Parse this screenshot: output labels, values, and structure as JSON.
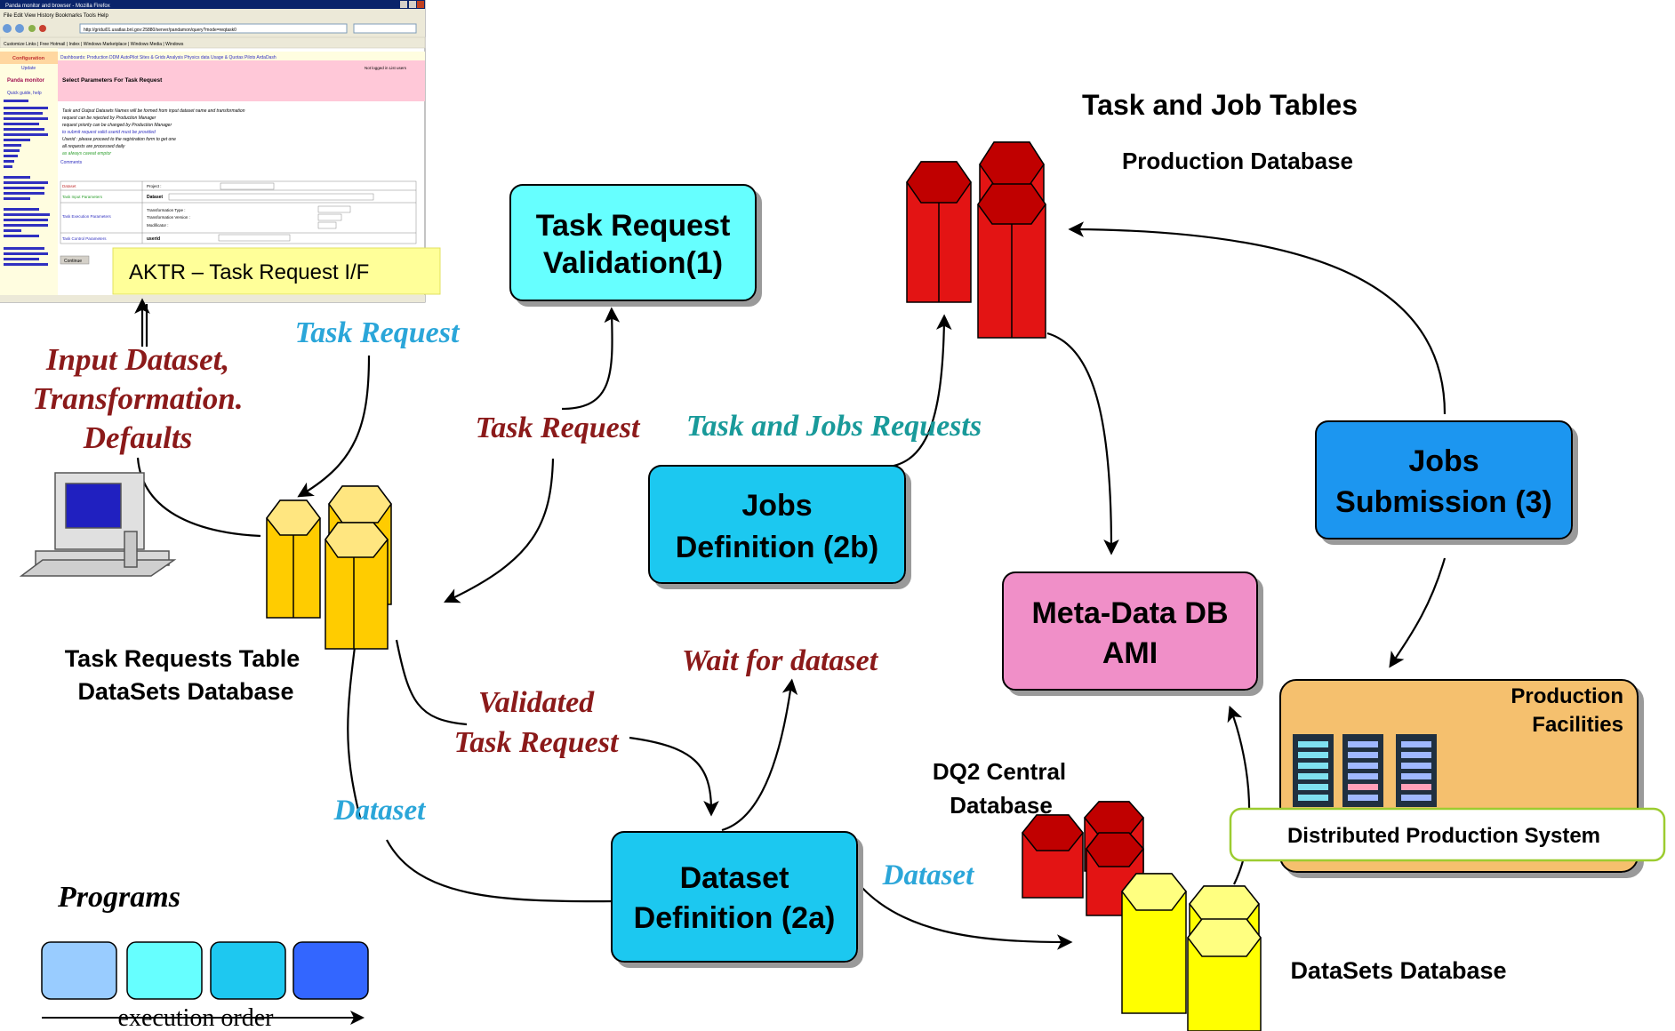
{
  "colors": {
    "request_box": "#66ffff",
    "program_box": "#1ec8f0",
    "metadata_box": "#f08fc8",
    "facility_bg": "#f5c06e",
    "yellow_db": "#ffcc00",
    "yellow_db_bright": "#ffff00",
    "red_db": "#e31414",
    "dark_red_text": "#8b1a1a",
    "blue_text": "#2ba6d9",
    "teal_text": "#199a9a",
    "legend": [
      "#99ccff",
      "#66ffff",
      "#1ec8f0",
      "#3366ff"
    ]
  },
  "screenshot": {
    "window_title": "Panda monitor and browser - Mozilla Firefox",
    "menu": "File  Edit  View  History  Bookmarks  Tools  Help",
    "address": "http://gridui01.usatlas.bnl.gov:25880/server/pandamon/query?mode=reqtask0",
    "bookmarks": "Customize Links  |  Free Hotmail  |  Index  |  Windows Marketplace  |  Windows Media  |  Windows",
    "nav_config": "Configuration",
    "nav_update": "Update",
    "dashboards": "Dashboards: Production DDM AutoPilot Sites & Grids Analysis Physics data Usage & Quotas Pilots ArdaDash",
    "login": "Not logged in  List users",
    "panda_monitor": "Panda monitor",
    "quick_guide": "Quick guide, help",
    "heading": "Select Parameters For Task Request",
    "bullets": [
      "Task and Output Datasets Names will be formed from input dataset name and transformation",
      "request can be rejected by Production Manager",
      "request priority can be changed by Production Manager",
      "to submit request valid userid must be provided",
      "Userid : please proceed to the registration form to get one",
      "all requests are processed daily",
      "as always caveat emptor"
    ],
    "comments": "Comments",
    "form_rows": [
      "Dataset",
      "Task Input Parameters",
      "Task Execution Parameters",
      "Task Control Parameters"
    ],
    "form_fields": [
      "Project :",
      "Dataset",
      "Transformation Type :",
      "Transformation Version :",
      "Modificator :",
      "userid"
    ],
    "continue_btn": "Continue",
    "caption": "AKTR – Task Request I/F"
  },
  "labels": {
    "input_dataset": [
      "Input Dataset,",
      "Transformation.",
      "Defaults"
    ],
    "task_request_blue": "Task Request",
    "task_request_red": "Task Request",
    "task_jobs_requests": "Task and Jobs Requests",
    "validated": [
      "Validated",
      "Task Request"
    ],
    "wait_for_dataset": "Wait for dataset",
    "dataset_left": "Dataset",
    "dataset_right": "Dataset",
    "programs": "Programs",
    "execution_order": "execution order"
  },
  "boxes": {
    "validation": [
      "Task Request",
      "Validation(1)"
    ],
    "jobs_definition": [
      "Jobs",
      "Definition (2b)"
    ],
    "jobs_submission": [
      "Jobs",
      "Submission (3)"
    ],
    "metadata": [
      "Meta-Data DB",
      "AMI"
    ],
    "dataset_definition": [
      "Dataset",
      "Definition (2a)"
    ]
  },
  "databases": {
    "task_requests": [
      "Task Requests Table",
      "DataSets Database"
    ],
    "task_job_title": "Task  and Job Tables",
    "production_db": "Production Database",
    "dq2": [
      "DQ2 Central",
      "Database"
    ],
    "datasets_db": "DataSets  Database"
  },
  "facilities": {
    "title": [
      "Production",
      "Facilities"
    ],
    "system": "Distributed Production System"
  }
}
